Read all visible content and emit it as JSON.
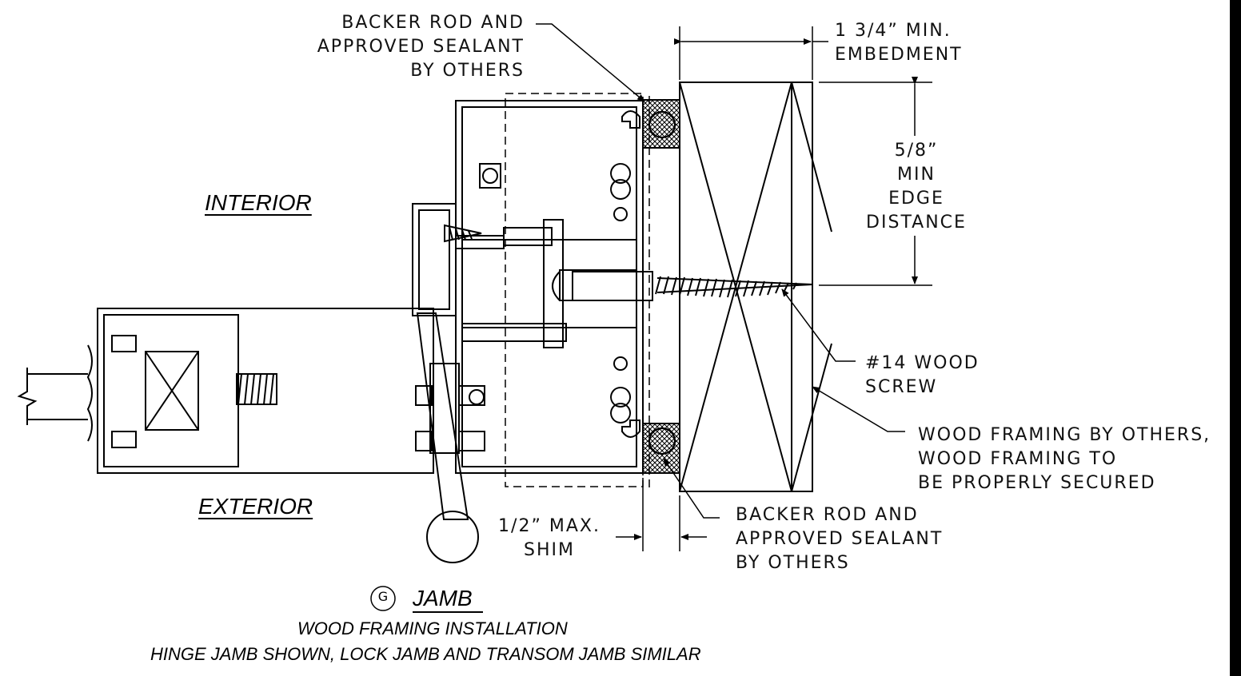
{
  "labels": {
    "backer_top": [
      "BACKER ROD AND",
      "APPROVED SEALANT",
      "BY OTHERS"
    ],
    "embedment": [
      "1 3/4” MIN.",
      "EMBEDMENT"
    ],
    "edge_distance": [
      "5/8”",
      "MIN",
      "EDGE",
      "DISTANCE"
    ],
    "interior": "INTERIOR",
    "exterior": "EXTERIOR",
    "screw": [
      "#14 WOOD",
      "SCREW"
    ],
    "wood_framing": [
      "WOOD FRAMING BY OTHERS,",
      "WOOD FRAMING TO",
      "BE PROPERLY SECURED"
    ],
    "backer_bottom": [
      "BACKER ROD AND",
      "APPROVED SEALANT",
      "BY OTHERS"
    ],
    "shim": [
      "1/2” MAX.",
      "SHIM"
    ]
  },
  "title": {
    "tag": "G",
    "name": "JAMB",
    "subtitle": "WOOD FRAMING INSTALLATION",
    "note": "HINGE JAMB SHOWN, LOCK JAMB AND TRANSOM JAMB SIMILAR"
  },
  "colors": {
    "line": "#000000",
    "background": "#ffffff"
  }
}
